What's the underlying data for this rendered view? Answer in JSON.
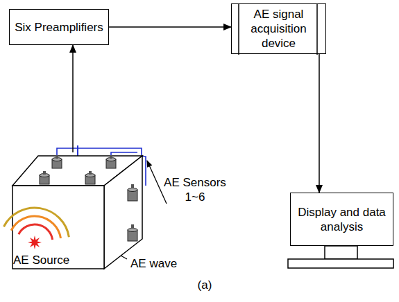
{
  "diagram": {
    "caption": "(a)",
    "nodes": [
      {
        "text": [
          "Six Preamplifiers"
        ]
      },
      {
        "text": [
          "AE signal acquisition device"
        ]
      },
      {
        "text": [
          "AE Source"
        ]
      },
      {
        "text": [
          "Display and data analysis"
        ]
      }
    ],
    "edges": [
      {
        "from": 2,
        "to": 0,
        "arrow": "to"
      },
      {
        "from": 0,
        "to": 1,
        "arrow": "to"
      },
      {
        "from": 1,
        "to": 3,
        "arrow": "to"
      }
    ],
    "labels": [
      "AE Sensors 1~6",
      "AE wave"
    ]
  }
}
